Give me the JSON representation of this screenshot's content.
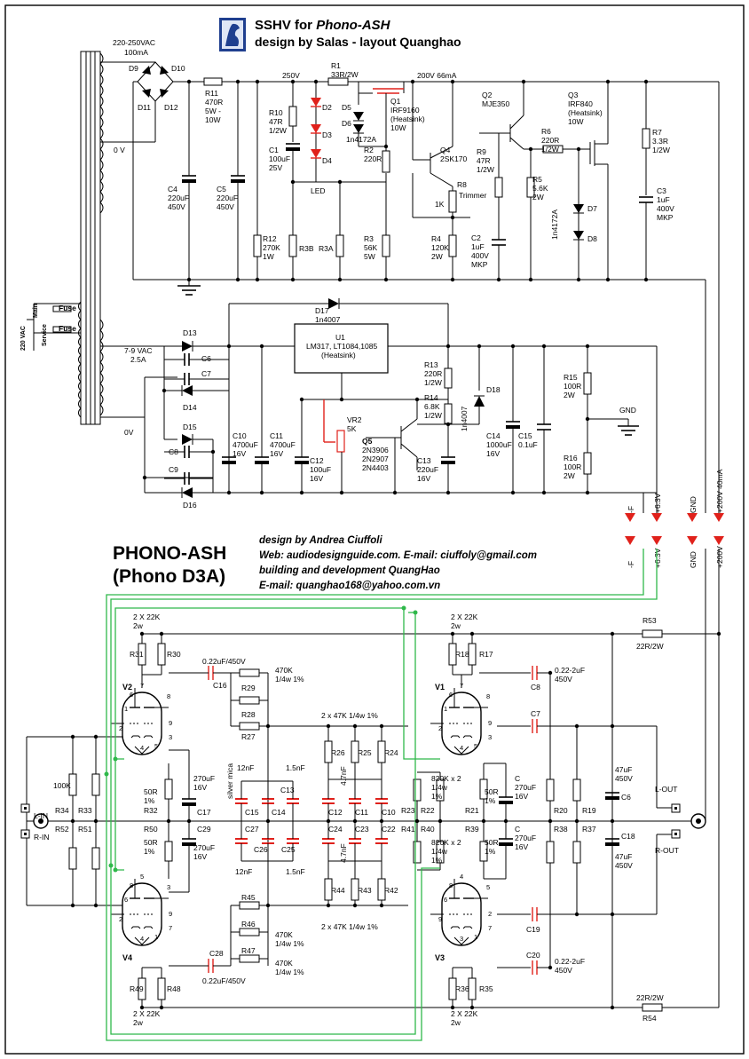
{
  "header": {
    "title_prefix": "SSHV for ",
    "title_em": "Phono-ASH",
    "subtitle": "design by Salas - layout Quanghao"
  },
  "project": {
    "name": "PHONO-ASH",
    "variant": "(Phono D3A)",
    "credits": [
      "design by Andrea Ciuffoli",
      "Web: audiodesignguide.com. E-mail: ciuffoly@gmail.com",
      "building and development QuangHao",
      " E-mail: quanghao168@yahoo.com.vn"
    ]
  },
  "colors": {
    "wire": "#000000",
    "led_and_cap": "#e0211b",
    "signal_wire": "#2fb84a",
    "logo": "#1f3f8f"
  },
  "labels": {
    "mains_in": [
      "220-250VAC",
      "100mA"
    ],
    "rail_250": "250V",
    "rail_200": "200V  66mA",
    "zero_v": "0 V",
    "zero_v2": "0V",
    "ac_7_9": [
      "7-9 VAC",
      "2.5A"
    ],
    "fuse": "Fuse",
    "main": "Main",
    "service": "Service",
    "vac220": "220 VAC",
    "gnd": "GND",
    "led": "LED",
    "trimmer": "Trimmer",
    "r8_value": "1K"
  },
  "components_top": [
    {
      "ref": "D9",
      "lines": [
        "D9"
      ]
    },
    {
      "ref": "D10",
      "lines": [
        "D10"
      ]
    },
    {
      "ref": "D11",
      "lines": [
        "D11"
      ]
    },
    {
      "ref": "D12",
      "lines": [
        "D12"
      ]
    },
    {
      "ref": "R11",
      "lines": [
        "R11",
        "470R",
        "5W -",
        "10W"
      ]
    },
    {
      "ref": "C4",
      "lines": [
        "C4",
        "220uF",
        "450V"
      ]
    },
    {
      "ref": "C5",
      "lines": [
        "C5",
        "220uF",
        "450V"
      ]
    },
    {
      "ref": "R10",
      "lines": [
        "R10",
        "47R",
        "1/2W"
      ]
    },
    {
      "ref": "C1",
      "lines": [
        "C1",
        "100uF",
        "25V"
      ]
    },
    {
      "ref": "R12",
      "lines": [
        "R12",
        "270K",
        "1W"
      ]
    },
    {
      "ref": "R3B",
      "lines": [
        "R3B"
      ]
    },
    {
      "ref": "R3A",
      "lines": [
        "R3A"
      ]
    },
    {
      "ref": "R1",
      "lines": [
        "R1",
        "33R/2W"
      ]
    },
    {
      "ref": "D2",
      "lines": [
        "D2"
      ]
    },
    {
      "ref": "D3",
      "lines": [
        "D3"
      ]
    },
    {
      "ref": "D4",
      "lines": [
        "D4"
      ]
    },
    {
      "ref": "D5",
      "lines": [
        "D5"
      ]
    },
    {
      "ref": "D6",
      "lines": [
        "D6"
      ]
    },
    {
      "ref": "D6v",
      "lines": [
        "1n4172A"
      ]
    },
    {
      "ref": "Q1",
      "lines": [
        "Q1",
        "IRF9160",
        "(Heatsink)",
        "10W"
      ]
    },
    {
      "ref": "R2",
      "lines": [
        "R2",
        "220R"
      ]
    },
    {
      "ref": "R3",
      "lines": [
        "R3",
        "56K",
        "5W"
      ]
    },
    {
      "ref": "Q4",
      "lines": [
        "Q4",
        "2SK170"
      ]
    },
    {
      "ref": "R8",
      "lines": [
        "R8"
      ]
    },
    {
      "ref": "R4",
      "lines": [
        "R4",
        "120K",
        "2W"
      ]
    },
    {
      "ref": "R9",
      "lines": [
        "R9",
        "47R",
        "1/2W"
      ]
    },
    {
      "ref": "C2",
      "lines": [
        "C2",
        "1uF",
        "400V",
        "MKP"
      ]
    },
    {
      "ref": "Q2",
      "lines": [
        "Q2",
        "MJE350"
      ]
    },
    {
      "ref": "R5",
      "lines": [
        "R5",
        "5.6K",
        "2W"
      ]
    },
    {
      "ref": "R6",
      "lines": [
        "R6",
        "220R",
        "1/2W"
      ]
    },
    {
      "ref": "Q3",
      "lines": [
        "Q3",
        "IRF840",
        "(Heatsink)",
        "10W"
      ]
    },
    {
      "ref": "D7v",
      "lines": [
        "1n4172A"
      ]
    },
    {
      "ref": "D7",
      "lines": [
        "D7"
      ]
    },
    {
      "ref": "D8",
      "lines": [
        "D8"
      ]
    },
    {
      "ref": "R7",
      "lines": [
        "R7",
        "3.3R",
        "1/2W"
      ]
    },
    {
      "ref": "C3",
      "lines": [
        "C3",
        "1uF",
        "400V",
        "MKP"
      ]
    }
  ],
  "components_mid": [
    {
      "ref": "D17",
      "lines": [
        "D17",
        "1n4007"
      ]
    },
    {
      "ref": "U1",
      "lines": [
        "U1",
        "LM317, LT1084,1085",
        "(Heatsink)"
      ]
    },
    {
      "ref": "D13",
      "lines": [
        "D13"
      ]
    },
    {
      "ref": "C6",
      "lines": [
        "C6"
      ]
    },
    {
      "ref": "C7",
      "lines": [
        "C7"
      ]
    },
    {
      "ref": "D14",
      "lines": [
        "D14"
      ]
    },
    {
      "ref": "D15",
      "lines": [
        "D15"
      ]
    },
    {
      "ref": "C8",
      "lines": [
        "C8"
      ]
    },
    {
      "ref": "C9",
      "lines": [
        "C9"
      ]
    },
    {
      "ref": "D16",
      "lines": [
        "D16"
      ]
    },
    {
      "ref": "C10",
      "lines": [
        "C10",
        "4700uF",
        "16V"
      ]
    },
    {
      "ref": "C11",
      "lines": [
        "C11",
        "4700uF",
        "16V"
      ]
    },
    {
      "ref": "C12",
      "lines": [
        "C12",
        "100uF",
        "16V"
      ]
    },
    {
      "ref": "VR2",
      "lines": [
        "VR2",
        "5K"
      ]
    },
    {
      "ref": "Q5",
      "lines": [
        "Q5",
        "2N3906",
        "2N2907",
        "2N4403"
      ]
    },
    {
      "ref": "R13",
      "lines": [
        "R13",
        "220R",
        "1/2W"
      ]
    },
    {
      "ref": "R14",
      "lines": [
        "R14",
        "6.8K",
        "1/2W"
      ]
    },
    {
      "ref": "C13",
      "lines": [
        "C13",
        "220uF",
        "16V"
      ]
    },
    {
      "ref": "D18",
      "lines": [
        "D18"
      ]
    },
    {
      "ref": "D18v",
      "lines": [
        "1n4007"
      ]
    },
    {
      "ref": "C14",
      "lines": [
        "C14",
        "1000uF",
        "16V"
      ]
    },
    {
      "ref": "C15",
      "lines": [
        "C15",
        "0.1uF"
      ]
    },
    {
      "ref": "R15",
      "lines": [
        "R15",
        "100R",
        "2W"
      ]
    },
    {
      "ref": "R16",
      "lines": [
        "R16",
        "100R",
        "2W"
      ]
    }
  ],
  "connectors_top": [
    "-F",
    "+6.3V",
    "GND",
    "+200V 40mA"
  ],
  "connectors_bottom": [
    "-F",
    "+6.3V",
    "GND",
    "+200V"
  ],
  "tubes": [
    {
      "ref": "V2",
      "pins": [
        "7",
        "8",
        "9",
        "2",
        "4",
        "5",
        "3",
        "6",
        "1"
      ]
    },
    {
      "ref": "V1",
      "pins": [
        "7",
        "8",
        "9",
        "2",
        "4",
        "5",
        "3",
        "6",
        "1"
      ]
    },
    {
      "ref": "V4",
      "pins": [
        "5",
        "3",
        "9",
        "2",
        "4",
        "1",
        "7",
        "8",
        "6"
      ]
    },
    {
      "ref": "V3",
      "pins": [
        "4",
        "5",
        "2",
        "9",
        "3",
        "1",
        "7",
        "8",
        "6"
      ]
    }
  ],
  "components_amp": [
    {
      "ref": "R31hdr",
      "lines": [
        "2 X 22K",
        "2w"
      ]
    },
    {
      "ref": "R31",
      "lines": [
        "R31"
      ]
    },
    {
      "ref": "R30",
      "lines": [
        "R30"
      ]
    },
    {
      "ref": "C16v",
      "lines": [
        "0.22uF/450V"
      ]
    },
    {
      "ref": "C16",
      "lines": [
        "C16"
      ]
    },
    {
      "ref": "R29v",
      "lines": [
        "470K",
        "1/4w 1%"
      ]
    },
    {
      "ref": "R29",
      "lines": [
        "R29"
      ]
    },
    {
      "ref": "R28",
      "lines": [
        "R28"
      ]
    },
    {
      "ref": "R27",
      "lines": [
        "R27"
      ]
    },
    {
      "ref": "Rbank",
      "lines": [
        "2 x 47K 1/4w 1%"
      ]
    },
    {
      "ref": "R26",
      "lines": [
        "R26"
      ]
    },
    {
      "ref": "R25",
      "lines": [
        "R25"
      ]
    },
    {
      "ref": "R24",
      "lines": [
        "R24"
      ]
    },
    {
      "ref": "C15a",
      "lines": [
        "C15"
      ]
    },
    {
      "ref": "C14a",
      "lines": [
        "C14"
      ]
    },
    {
      "ref": "C13a",
      "lines": [
        "C13"
      ]
    },
    {
      "ref": "C12a",
      "lines": [
        "C12"
      ]
    },
    {
      "ref": "C11a",
      "lines": [
        "C11"
      ]
    },
    {
      "ref": "C10a",
      "lines": [
        "C10"
      ]
    },
    {
      "ref": "n12",
      "lines": [
        "12nF"
      ]
    },
    {
      "ref": "n15",
      "lines": [
        "1.5nF"
      ]
    },
    {
      "ref": "n47",
      "lines": [
        "4.7nF"
      ]
    },
    {
      "ref": "mica",
      "lines": [
        "silver mica"
      ]
    },
    {
      "ref": "R17hdr",
      "lines": [
        "2 X 22K",
        "2w"
      ]
    },
    {
      "ref": "R18",
      "lines": [
        "R18"
      ]
    },
    {
      "ref": "R17",
      "lines": [
        "R17"
      ]
    },
    {
      "ref": "C8a",
      "lines": [
        "C8"
      ]
    },
    {
      "ref": "C8v",
      "lines": [
        "0.22-2uF",
        "450V"
      ]
    },
    {
      "ref": "C7a",
      "lines": [
        "C7"
      ]
    },
    {
      "ref": "R53",
      "lines": [
        "R53"
      ]
    },
    {
      "ref": "R53v",
      "lines": [
        "22R/2W"
      ]
    },
    {
      "ref": "R34",
      "lines": [
        "R34"
      ]
    },
    {
      "ref": "R33",
      "lines": [
        "R33"
      ]
    },
    {
      "ref": "R32",
      "lines": [
        "R32"
      ]
    },
    {
      "ref": "R32v",
      "lines": [
        "50R",
        "1%"
      ]
    },
    {
      "ref": "C17",
      "lines": [
        "C17"
      ]
    },
    {
      "ref": "C17v",
      "lines": [
        "270uF",
        "16V"
      ]
    },
    {
      "ref": "R23",
      "lines": [
        "R23"
      ]
    },
    {
      "ref": "R22",
      "lines": [
        "R22"
      ]
    },
    {
      "ref": "R22v",
      "lines": [
        "820K x 2",
        "1/4w",
        "1%"
      ]
    },
    {
      "ref": "R21",
      "lines": [
        "R21"
      ]
    },
    {
      "ref": "R21v",
      "lines": [
        "50R",
        "1%"
      ]
    },
    {
      "ref": "C5a",
      "lines": [
        "C",
        "270uF",
        "16V"
      ]
    },
    {
      "ref": "R20",
      "lines": [
        "R20"
      ]
    },
    {
      "ref": "R19",
      "lines": [
        "R19"
      ]
    },
    {
      "ref": "C6a",
      "lines": [
        "C6"
      ]
    },
    {
      "ref": "C6v",
      "lines": [
        "47uF",
        "450V"
      ]
    },
    {
      "ref": "lout",
      "lines": [
        "L-OUT"
      ]
    },
    {
      "ref": "lin",
      "lines": [
        "L-IN"
      ]
    },
    {
      "ref": "rin",
      "lines": [
        "R-IN"
      ]
    },
    {
      "ref": "R52",
      "lines": [
        "R52"
      ]
    },
    {
      "ref": "R51",
      "lines": [
        "R51"
      ]
    },
    {
      "ref": "R50",
      "lines": [
        "R50"
      ]
    },
    {
      "ref": "R50v",
      "lines": [
        "50R",
        "1%"
      ]
    },
    {
      "ref": "C29",
      "lines": [
        "C29"
      ]
    },
    {
      "ref": "C29v",
      "lines": [
        "270uF",
        "16V"
      ]
    },
    {
      "ref": "C27",
      "lines": [
        "C27"
      ]
    },
    {
      "ref": "C26",
      "lines": [
        "C26"
      ]
    },
    {
      "ref": "C25",
      "lines": [
        "C25"
      ]
    },
    {
      "ref": "C24",
      "lines": [
        "C24"
      ]
    },
    {
      "ref": "C23",
      "lines": [
        "C23"
      ]
    },
    {
      "ref": "C22",
      "lines": [
        "C22"
      ]
    },
    {
      "ref": "R41",
      "lines": [
        "R41"
      ]
    },
    {
      "ref": "R40",
      "lines": [
        "R40"
      ]
    },
    {
      "ref": "R40v",
      "lines": [
        "820K x 2",
        "1/4w",
        "1%"
      ]
    },
    {
      "ref": "R39",
      "lines": [
        "R39"
      ]
    },
    {
      "ref": "R39v",
      "lines": [
        "50R",
        "1%"
      ]
    },
    {
      "ref": "C4a",
      "lines": [
        "C",
        "270uF",
        "16V"
      ]
    },
    {
      "ref": "R38",
      "lines": [
        "R38"
      ]
    },
    {
      "ref": "R37",
      "lines": [
        "R37"
      ]
    },
    {
      "ref": "C18",
      "lines": [
        "C18"
      ]
    },
    {
      "ref": "C18v",
      "lines": [
        "47uF",
        "450V"
      ]
    },
    {
      "ref": "rout",
      "lines": [
        "R-OUT"
      ]
    },
    {
      "ref": "R44",
      "lines": [
        "R44"
      ]
    },
    {
      "ref": "R43",
      "lines": [
        "R43"
      ]
    },
    {
      "ref": "R42",
      "lines": [
        "R42"
      ]
    },
    {
      "ref": "Rbank2",
      "lines": [
        "2 x 47K 1/4w 1%"
      ]
    },
    {
      "ref": "R45",
      "lines": [
        "R45"
      ]
    },
    {
      "ref": "R46",
      "lines": [
        "R46"
      ]
    },
    {
      "ref": "R47",
      "lines": [
        "R47"
      ]
    },
    {
      "ref": "C28",
      "lines": [
        "C28"
      ]
    },
    {
      "ref": "C28v",
      "lines": [
        "0.22uF/450V"
      ]
    },
    {
      "ref": "R49",
      "lines": [
        "R49"
      ]
    },
    {
      "ref": "R48",
      "lines": [
        "R48"
      ]
    },
    {
      "ref": "R49hdr",
      "lines": [
        "2 X 22K",
        "2w"
      ]
    },
    {
      "ref": "C19",
      "lines": [
        "C19"
      ]
    },
    {
      "ref": "C20",
      "lines": [
        "C20"
      ]
    },
    {
      "ref": "C20v",
      "lines": [
        "0.22-2uF",
        "450V"
      ]
    },
    {
      "ref": "R36",
      "lines": [
        "R36"
      ]
    },
    {
      "ref": "R35",
      "lines": [
        "R35"
      ]
    },
    {
      "ref": "R35hdr",
      "lines": [
        "2 X 22K",
        "2w"
      ]
    },
    {
      "ref": "R54",
      "lines": [
        "R54"
      ]
    },
    {
      "ref": "R54v",
      "lines": [
        "22R/2W"
      ]
    },
    {
      "ref": "k100",
      "lines": [
        "100K"
      ]
    },
    {
      "ref": "n12b",
      "lines": [
        "12nF"
      ]
    },
    {
      "ref": "n15b",
      "lines": [
        "1.5nF"
      ]
    },
    {
      "ref": "n47b",
      "lines": [
        "4.7nF"
      ]
    },
    {
      "ref": "R46v",
      "lines": [
        "470K",
        "1/4w 1%"
      ]
    },
    {
      "ref": "R47v",
      "lines": [
        "470K",
        "1/4w 1%"
      ]
    }
  ]
}
